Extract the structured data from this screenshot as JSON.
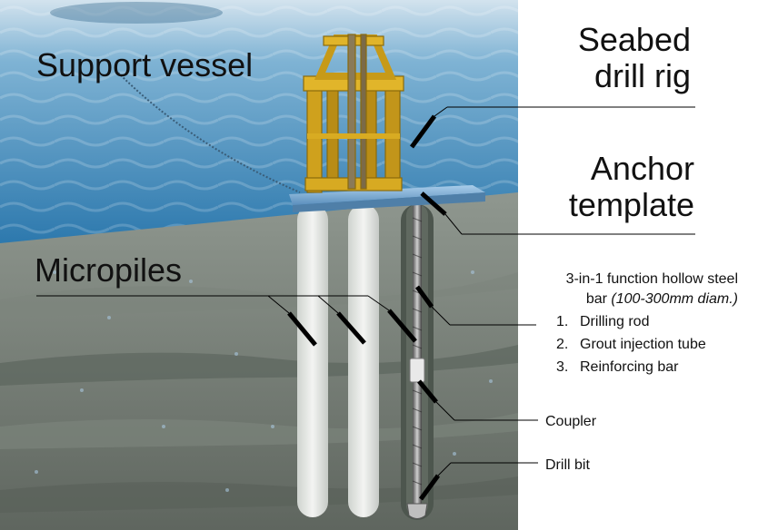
{
  "labels": {
    "support_vessel": "Support vessel",
    "seabed_drill_rig": [
      "Seabed",
      "drill rig"
    ],
    "anchor_template": [
      "Anchor",
      "template"
    ],
    "micropiles": "Micropiles",
    "hollow_bar_title": "3-in-1 function hollow steel",
    "hollow_bar_line2": "bar",
    "hollow_bar_diameter": "(100-300mm diam.)",
    "functions": [
      {
        "num": "1.",
        "text": "Drilling rod"
      },
      {
        "num": "2.",
        "text": "Grout injection tube"
      },
      {
        "num": "3.",
        "text": "Reinforcing bar"
      }
    ],
    "coupler": "Coupler",
    "drill_bit": "Drill bit"
  },
  "colors": {
    "sea_top": "#bcd3e3",
    "sea_bottom": "#2f7fb4",
    "seabed": "#6f7770",
    "rig_frame": "#d4a51c",
    "template": "#8fb9dc",
    "micropile": "#e6e8e6",
    "leader": "#000000"
  }
}
